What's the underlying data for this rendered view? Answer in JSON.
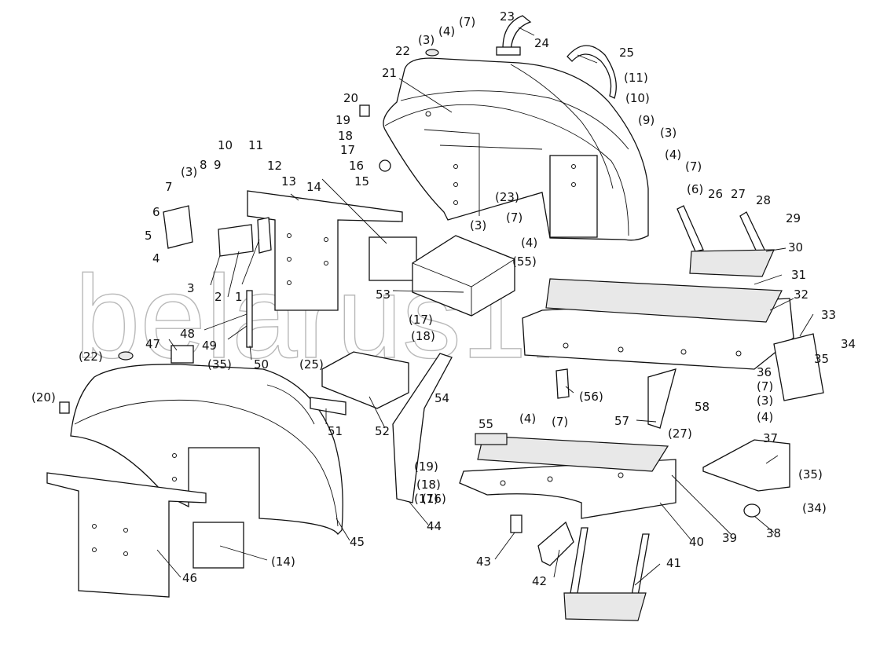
{
  "watermark": "belarus1.ru",
  "labels": [
    "(3)",
    "(4)",
    "(7)",
    "23",
    "24",
    "22",
    "25",
    "21",
    "(11)",
    "(10)",
    "(9)",
    "20",
    "19",
    "18",
    "17",
    "16",
    "15",
    "(3)",
    "(4)",
    "(7)",
    "(6)",
    "10",
    "11",
    "9",
    "8",
    "12",
    "13",
    "14",
    "7",
    "(3)",
    "6",
    "5",
    "4",
    "3",
    "2",
    "1",
    "(23)",
    "(7)",
    "(3)",
    "(4)",
    "(55)",
    "26",
    "27",
    "28",
    "29",
    "30",
    "31",
    "53",
    "32",
    "33",
    "34",
    "35",
    "(17)",
    "(18)",
    "48",
    "49",
    "47",
    "(35)",
    "50",
    "(22)",
    "(25)",
    "36",
    "(7)",
    "(3)",
    "(4)",
    "54",
    "(56)",
    "(20)",
    "51",
    "52",
    "58",
    "57",
    "(27)",
    "55",
    "(4)",
    "(7)",
    "37",
    "(19)",
    "(18)",
    "(17)",
    "(16)",
    "(35)",
    "(34)",
    "38",
    "44",
    "45",
    "40",
    "39",
    "43",
    "42",
    "41",
    "(14)",
    "46"
  ]
}
